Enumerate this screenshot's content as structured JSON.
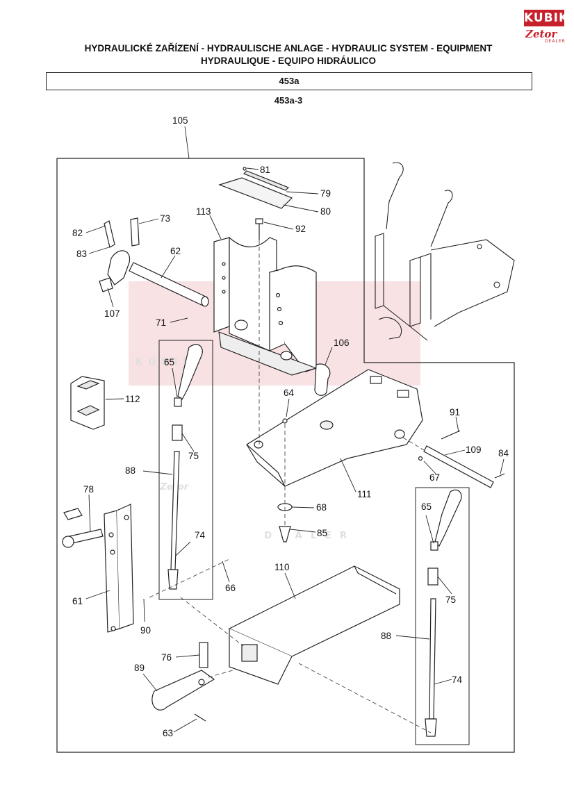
{
  "brand": {
    "logo_top": "KUBIK",
    "logo_bottom": "Zetor",
    "logo_dealer": "DEALER",
    "accent_color": "#c8202b"
  },
  "header": {
    "title_line1": "HYDRAULICKÉ ZAŘÍZENÍ - HYDRAULISCHE ANLAGE - HYDRAULIC SYSTEM - EQUIPMENT",
    "title_line2": "HYDRAULIQUE - EQUIPO HIDRÁULICO",
    "section_code": "453a",
    "figure_code": "453a-3"
  },
  "watermark": {
    "text_top": "KUBIK",
    "text_middle": "Zetor",
    "text_bottom": "DEALER"
  },
  "callouts": {
    "c105": "105",
    "c81": "81",
    "c79": "79",
    "c80": "80",
    "c92": "92",
    "c113": "113",
    "c73": "73",
    "c82": "82",
    "c83": "83",
    "c62": "62",
    "c107": "107",
    "c71": "71",
    "c106": "106",
    "c65a": "65",
    "c112": "112",
    "c64": "64",
    "c91": "91",
    "c75a": "75",
    "c109": "109",
    "c84": "84",
    "c67": "67",
    "c88a": "88",
    "c111": "111",
    "c78": "78",
    "c65b": "65",
    "c68": "68",
    "c74a": "74",
    "c85": "85",
    "c66": "66",
    "c110": "110",
    "c61": "61",
    "c75b": "75",
    "c90": "90",
    "c88b": "88",
    "c76": "76",
    "c89": "89",
    "c74b": "74",
    "c63": "63"
  }
}
